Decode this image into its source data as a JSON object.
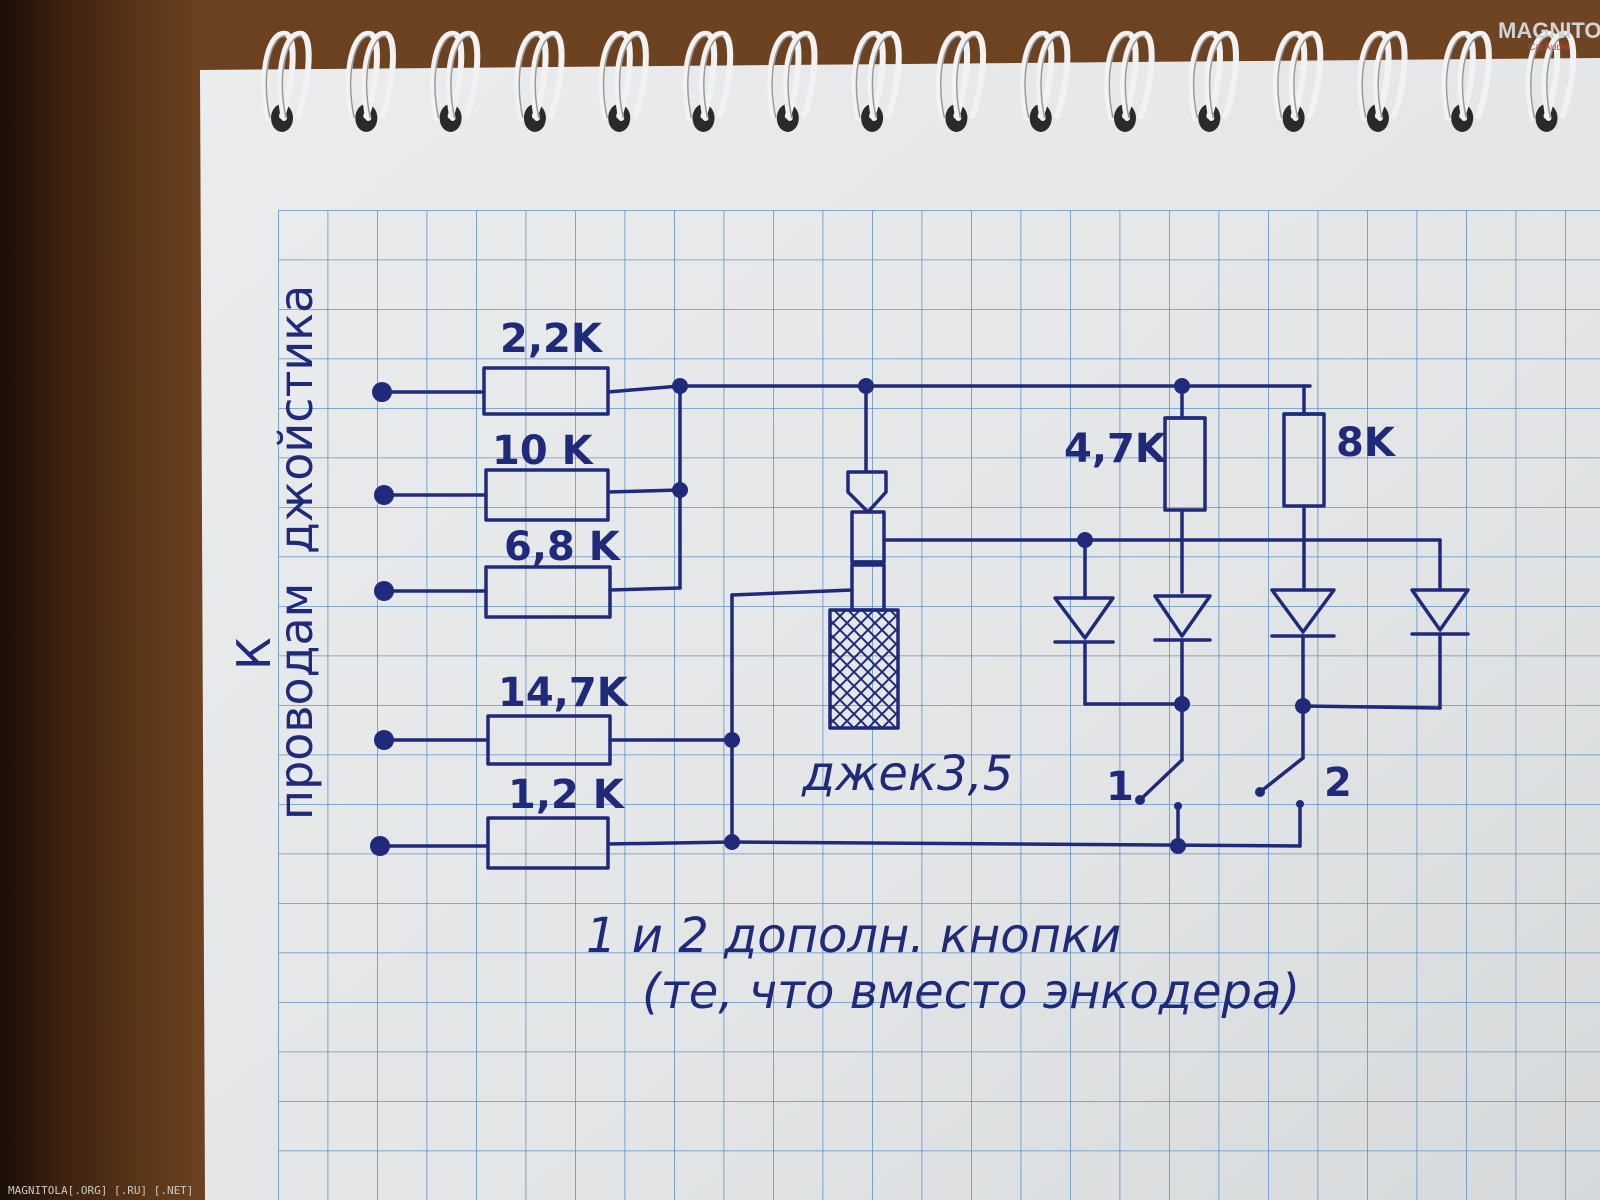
{
  "resistors": {
    "r1": "2,2K",
    "r2": "10 K",
    "r3": "6,8 K",
    "r4": "14,7K",
    "r5": "1,2 K",
    "r6": "4,7K",
    "r7": "8K"
  },
  "side_label": {
    "line1": "К",
    "line2": "проводам",
    "line3": "джойстика"
  },
  "jack_label": "джек3,5",
  "switches": {
    "s1": "1",
    "s2": "2"
  },
  "note": {
    "line1": "1 и 2 дополн. кнопки",
    "line2": "(те, что вместо энкодера)"
  },
  "logo": {
    "main": "MAGNITOLA",
    "sub": "CarAudio"
  },
  "footer": "MAGNITOLA[.ORG] [.RU] [.NET]",
  "colors": {
    "ink": "#1f2a7a",
    "paper": "#e6e8e9",
    "grid": "#5e93c9",
    "table": "#6e4422"
  }
}
